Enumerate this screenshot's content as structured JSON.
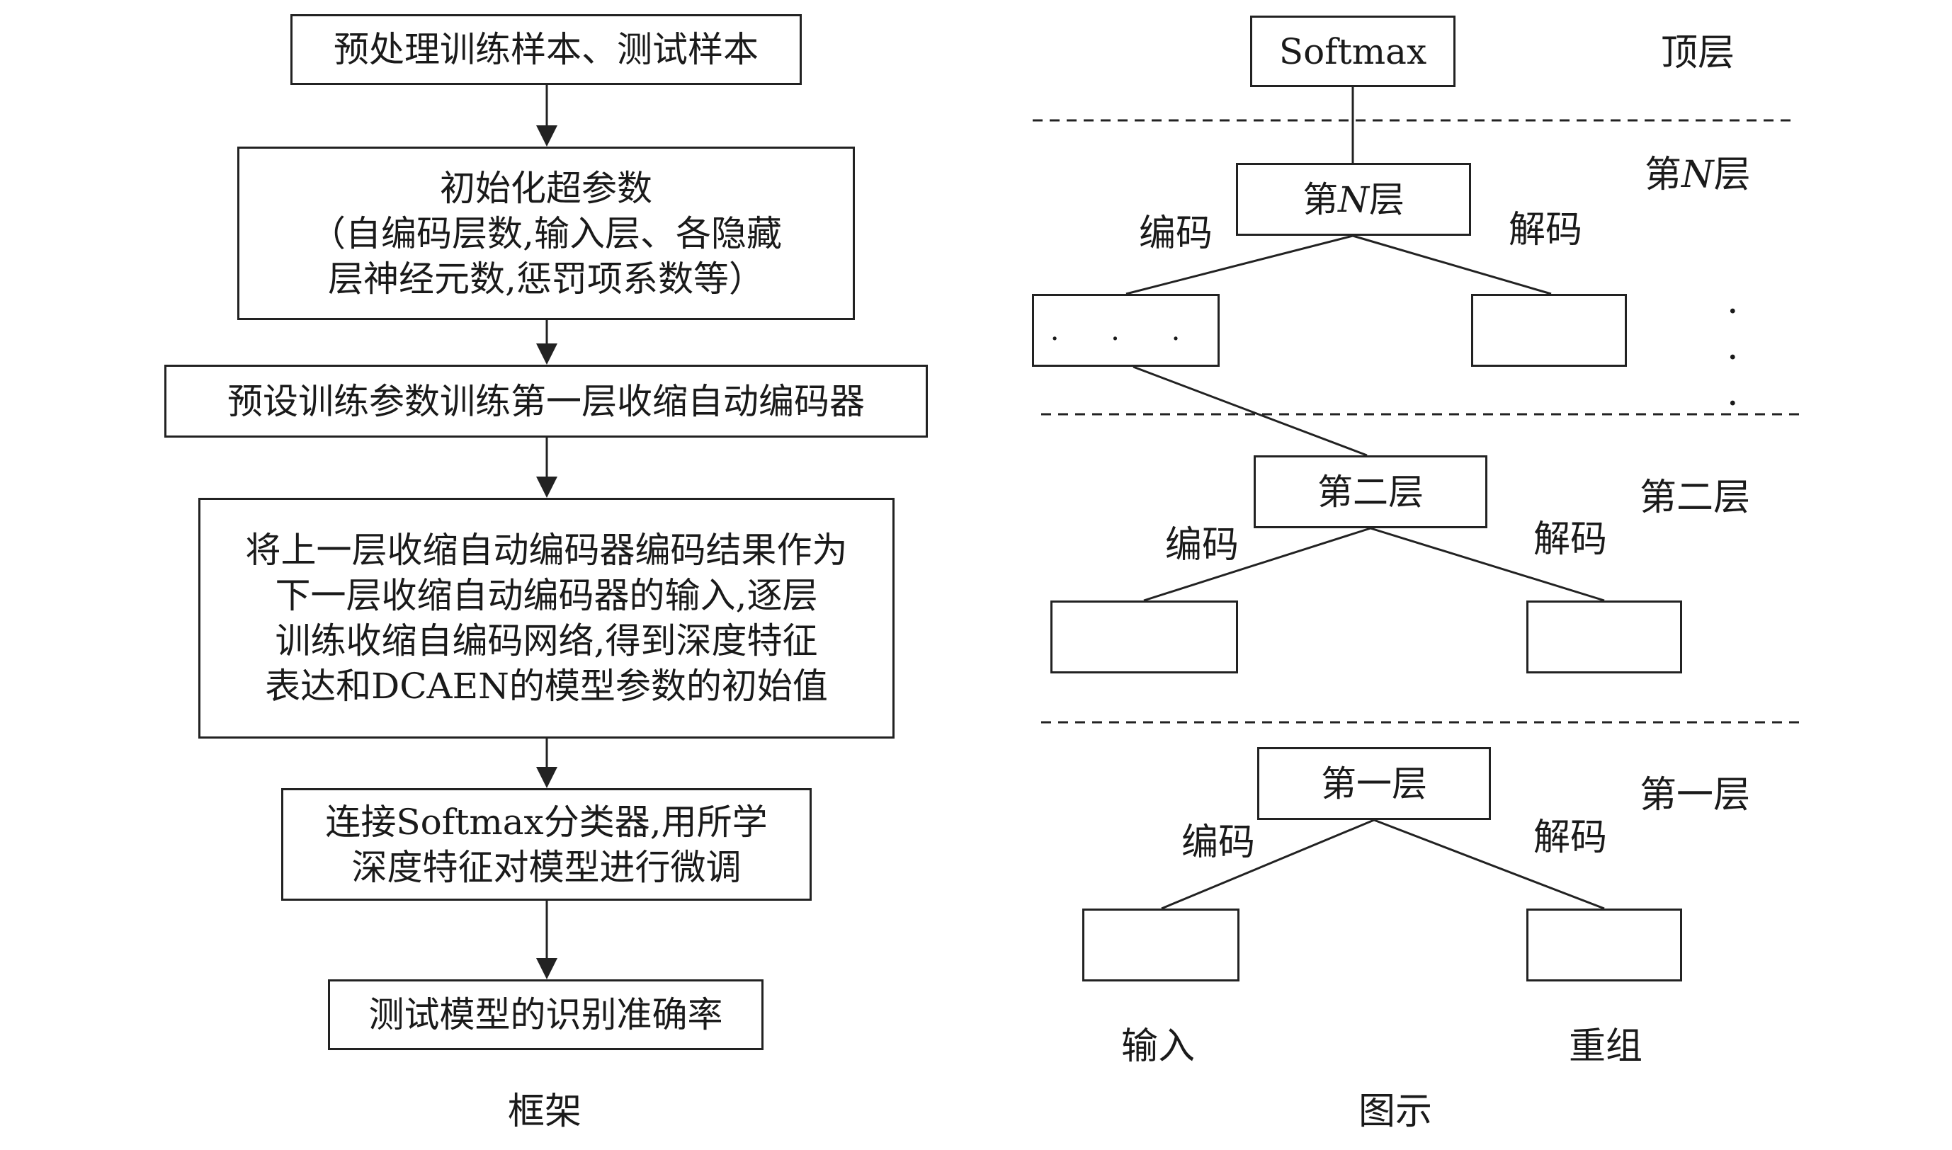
{
  "framework": {
    "steps": [
      {
        "lines": [
          "预处理训练样本、测试样本"
        ]
      },
      {
        "lines": [
          "初始化超参数",
          "（自编码层数,输入层、各隐藏",
          "层神经元数,惩罚项系数等）"
        ]
      },
      {
        "lines": [
          "预设训练参数训练第一层收缩自动编码器"
        ]
      },
      {
        "lines": [
          "将上一层收缩自动编码器编码结果作为",
          "下一层收缩自动编码器的输入,逐层",
          "训练收缩自编码网络,得到深度特征",
          "表达和DCAEN的模型参数的初始值"
        ]
      },
      {
        "lines": [
          "连接Softmax分类器,用所学",
          "深度特征对模型进行微调"
        ]
      },
      {
        "lines": [
          "测试模型的识别准确率"
        ]
      }
    ],
    "caption": "框架"
  },
  "illustration": {
    "softmax_label": "Softmax",
    "top_layer_label": "顶层",
    "layer_n": {
      "box_prefix": "第",
      "box_var": "N",
      "box_suffix": "层",
      "side_prefix": "第",
      "side_var": "N",
      "side_suffix": "层"
    },
    "layer_2": {
      "box": "第二层",
      "side": "第二层"
    },
    "layer_1": {
      "box": "第一层",
      "side": "第一层"
    },
    "encode_label": "编码",
    "decode_label": "解码",
    "ellipsis_box": ". . .",
    "vertical_dots": ".",
    "input_label": "输入",
    "reconstruct_label": "重组",
    "caption": "图示"
  }
}
